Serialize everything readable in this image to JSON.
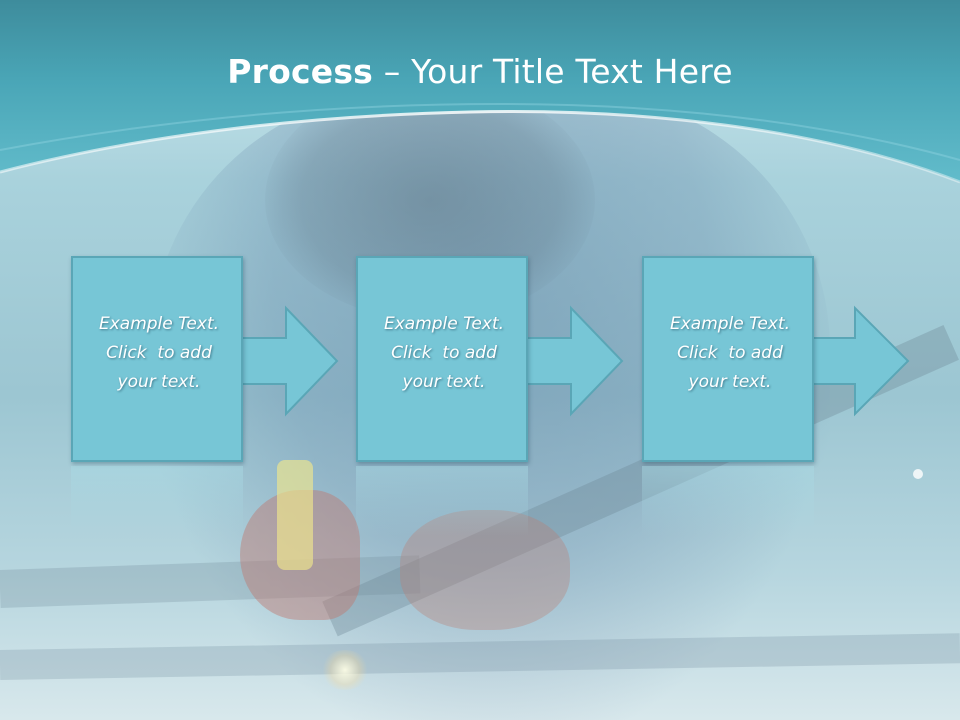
{
  "slide": {
    "title_bold": "Process",
    "title_rest": " – Your Title Text Here"
  },
  "steps": [
    {
      "lines": [
        "Example Text.",
        "Click  to add",
        "your text."
      ]
    },
    {
      "lines": [
        "Example Text.",
        "Click  to add",
        "your text."
      ]
    },
    {
      "lines": [
        "Example Text.",
        "Click  to add",
        "your text."
      ]
    }
  ],
  "colors": {
    "header_dark": "#3d8d9e",
    "header_light": "#5ab7c8",
    "box_fill": "#77c6d6",
    "box_border": "#5aa6b6",
    "arrow_fill": "#77c6d6"
  },
  "icons": {
    "arrow": "right-arrow-icon"
  }
}
